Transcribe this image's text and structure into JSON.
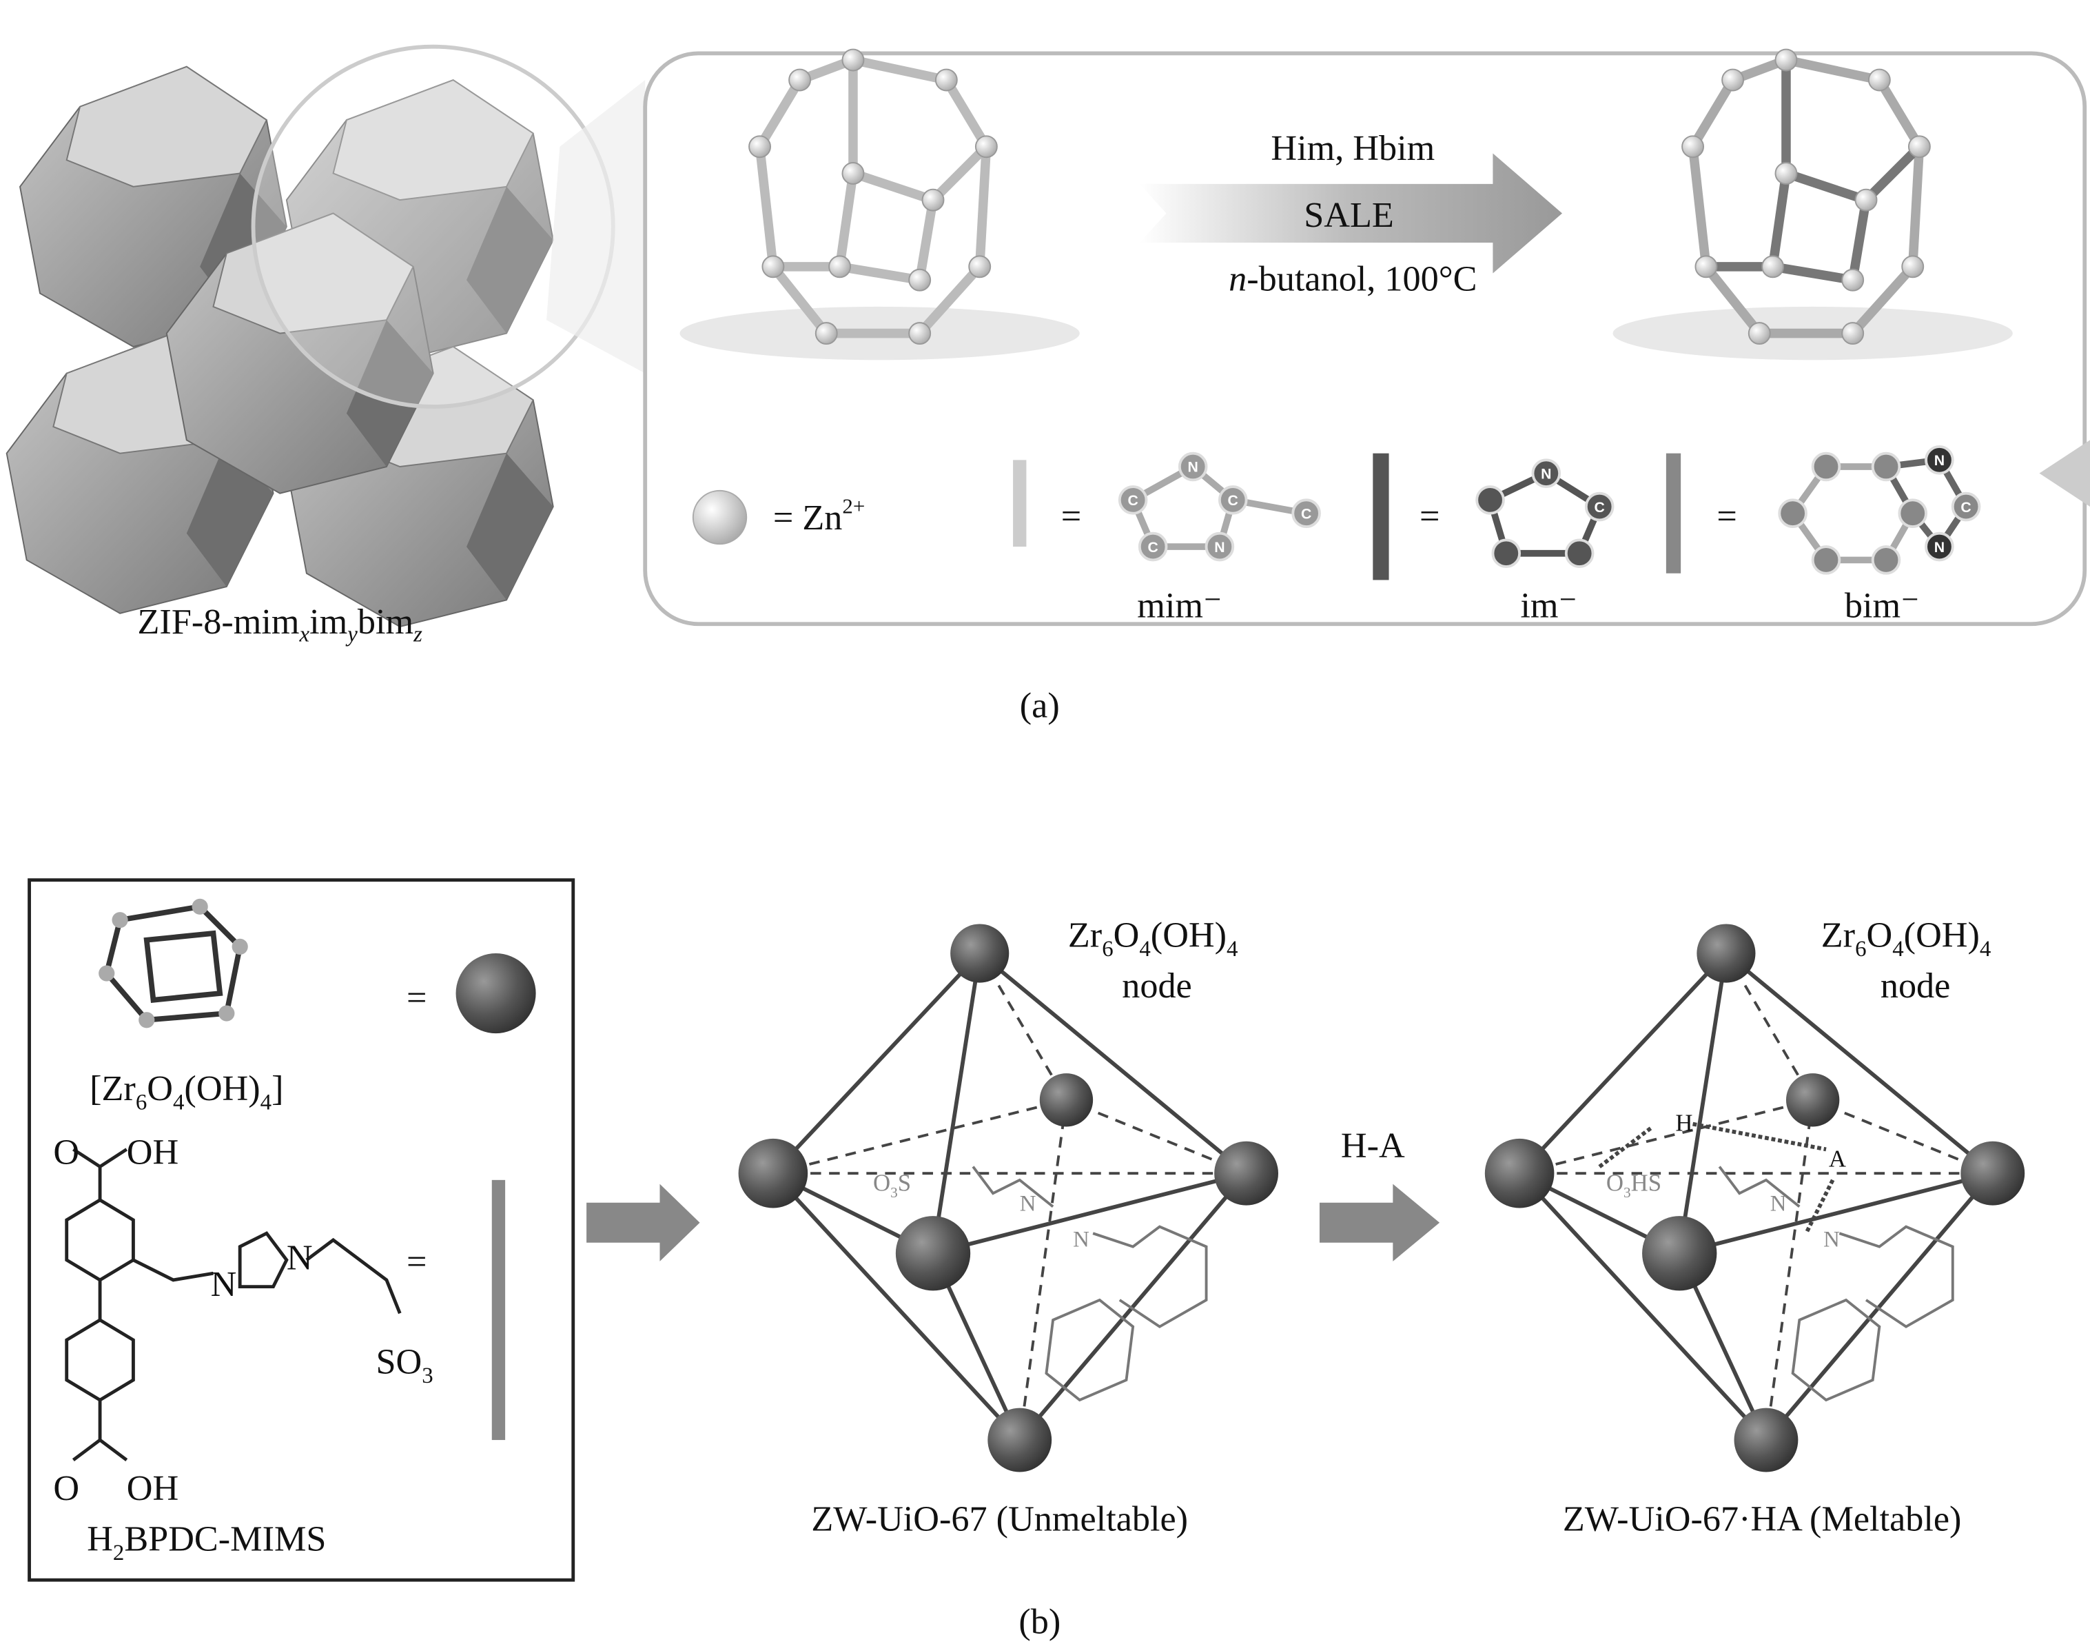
{
  "panel_a": {
    "framework_label": {
      "base": "ZIF-8-mim",
      "s1": "x",
      "t1": "im",
      "s2": "y",
      "t2": "bim",
      "s3": "z"
    },
    "arrow_top": "Him, Hbim",
    "arrow_middle": "SALE",
    "arrow_bottom_italic": "n",
    "arrow_bottom": "-butanol, 100°C",
    "legend": {
      "zn_eq": "= Zn",
      "zn_charge": "2+",
      "eq": "=",
      "mim": "mim⁻",
      "im": "im⁻",
      "bim": "bim⁻",
      "atom_c": "C",
      "atom_n": "N"
    },
    "caption": "(a)"
  },
  "panel_b": {
    "eq": "=",
    "cluster_label": {
      "a": "[Zr",
      "s1": "6",
      "b": "O",
      "s2": "4",
      "c": "(OH)",
      "s3": "4",
      "d": "]"
    },
    "linker_label": {
      "a": "H",
      "s1": "2",
      "b": "BPDC-MIMS"
    },
    "mol_o": "O",
    "mol_oh": "OH",
    "mol_n": "N",
    "mol_so3": "SO",
    "mol_so3_sub": "3",
    "node_label": {
      "a": "Zr",
      "s1": "6",
      "b": "O",
      "s2": "4",
      "c": "(OH)",
      "s3": "4",
      "line2": "node"
    },
    "struct1_o3s": "O",
    "struct1_o3s_sub": "3",
    "struct1_o3s_end": "S",
    "struct2_o3hs_end": "HS",
    "struct_h": "H",
    "struct_a": "A",
    "reagent": "H-A",
    "unmeltable": "ZW-UiO-67 (Unmeltable)",
    "meltable": "ZW-UiO-67·HA (Meltable)",
    "caption": "(b)"
  },
  "colors": {
    "sphere": "#555555",
    "polyhedron": "#8c8c8c",
    "arrow": "#8a8a8a"
  }
}
